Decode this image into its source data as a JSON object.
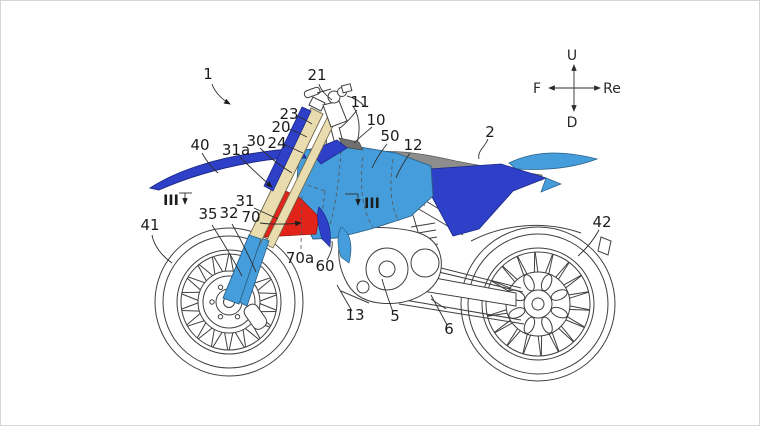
{
  "figure": {
    "kind": "patent line drawing",
    "subject": "off-road motorcycle, side view"
  },
  "colors": {
    "line": "#3f3f3f",
    "dark_blue": "#2e3fc8",
    "light_blue": "#459edb",
    "seat_gray": "#8d8d8d",
    "duct_gray": "#707070",
    "red": "#e2231a",
    "tan": "#e9dcae"
  },
  "compass": {
    "up": "U",
    "front": "F",
    "rear": "Re",
    "down": "D"
  },
  "section_markers": [
    {
      "label": "III"
    },
    {
      "label": "III"
    }
  ],
  "ref_labels": [
    {
      "text": "1"
    },
    {
      "text": "21"
    },
    {
      "text": "11"
    },
    {
      "text": "23"
    },
    {
      "text": "20"
    },
    {
      "text": "24"
    },
    {
      "text": "30"
    },
    {
      "text": "31a"
    },
    {
      "text": "40"
    },
    {
      "text": "10"
    },
    {
      "text": "50"
    },
    {
      "text": "12"
    },
    {
      "text": "2"
    },
    {
      "text": "31"
    },
    {
      "text": "70"
    },
    {
      "text": "35"
    },
    {
      "text": "32"
    },
    {
      "text": "41"
    },
    {
      "text": "70a"
    },
    {
      "text": "60"
    },
    {
      "text": "13"
    },
    {
      "text": "5"
    },
    {
      "text": "6"
    },
    {
      "text": "42"
    }
  ]
}
